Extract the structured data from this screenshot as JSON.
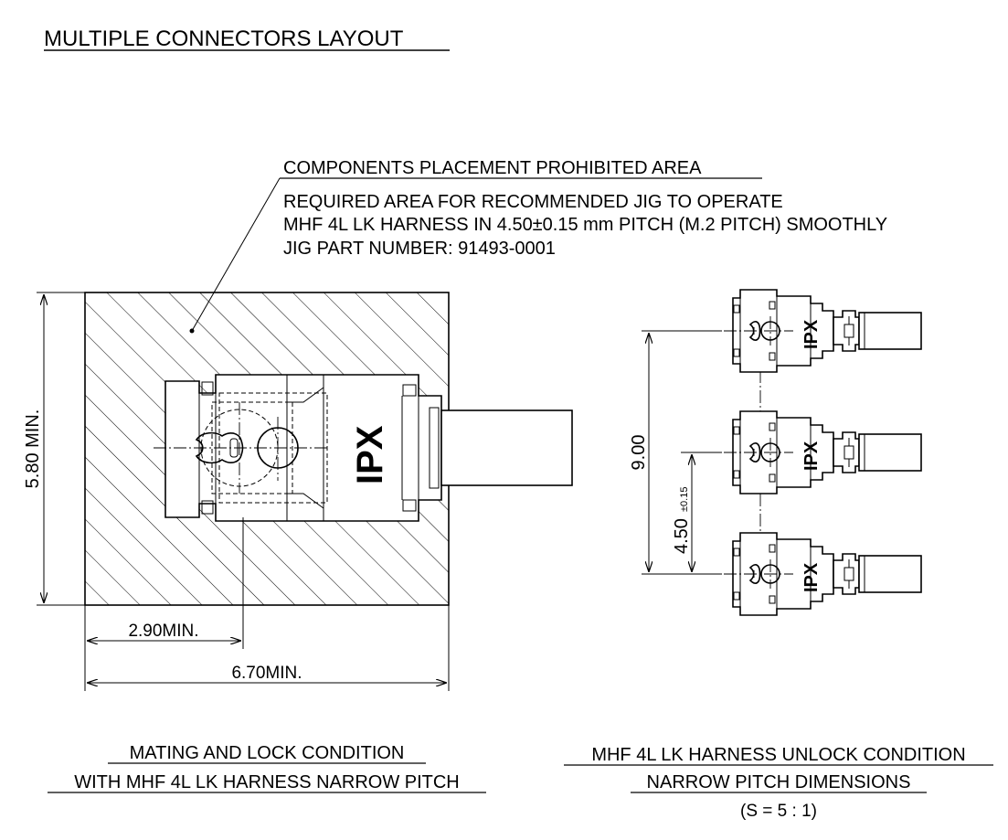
{
  "title": "MULTIPLE CONNECTORS LAYOUT",
  "note": {
    "heading": "COMPONENTS PLACEMENT PROHIBITED AREA",
    "line1": "REQUIRED AREA FOR RECOMMENDED JIG TO OPERATE",
    "line2": "MHF 4L LK HARNESS IN 4.50±0.15 mm PITCH (M.2 PITCH) SMOOTHLY",
    "line3": "JIG PART NUMBER: 91493-0001"
  },
  "dimensions": {
    "height_min": "5.80 MIN.",
    "width_partial_min": "2.90MIN.",
    "width_total_min": "6.70MIN.",
    "pitch_total": "9.00",
    "pitch": "4.50",
    "pitch_tolerance": "±0.15"
  },
  "brand_mark": "IPX",
  "captions": {
    "left_line1": "MATING AND LOCK CONDITION",
    "left_line2": "WITH MHF 4L LK HARNESS NARROW PITCH",
    "right_line1": "MHF 4L LK HARNESS UNLOCK CONDITION",
    "right_line2": "NARROW PITCH DIMENSIONS",
    "scale": "(S = 5 : 1)"
  }
}
